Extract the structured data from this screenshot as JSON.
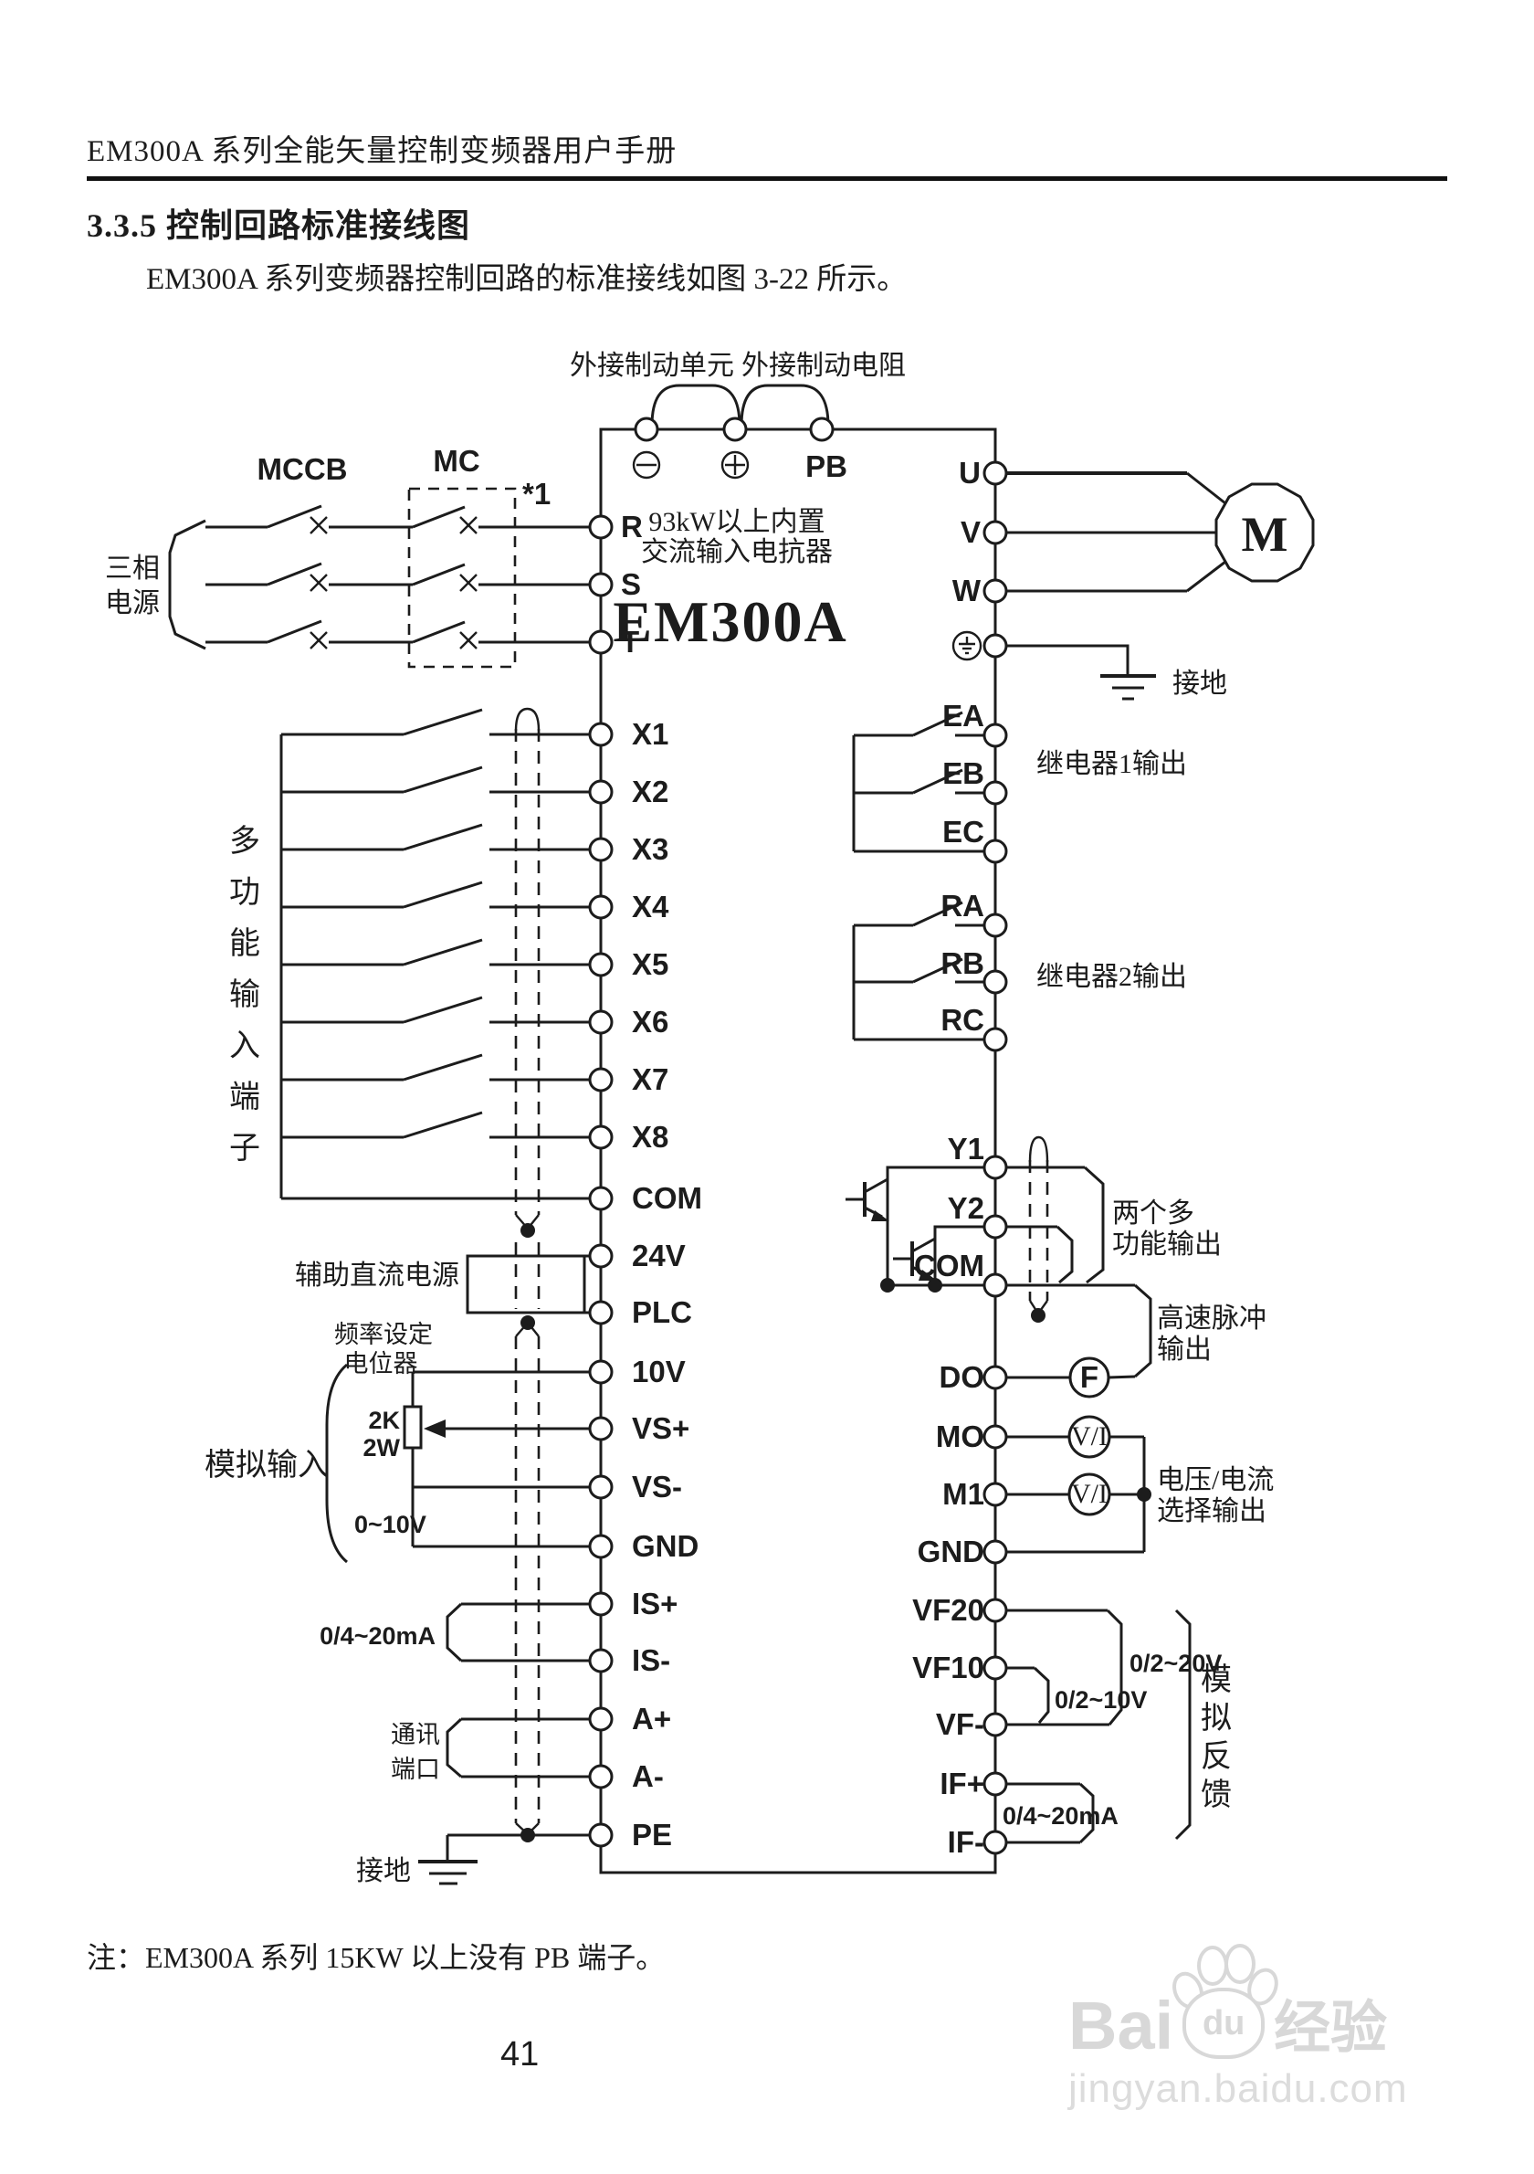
{
  "page": {
    "header_title": "EM300A 系列全能矢量控制变频器用户手册",
    "section_title": "3.3.5 控制回路标准接线图",
    "intro": "EM300A 系列变频器控制回路的标准接线如图 3-22 所示。",
    "note": "注：EM300A 系列 15KW 以上没有 PB 端子。",
    "page_number": "41"
  },
  "watermark": {
    "brand": "Bai",
    "du": "du",
    "brand_cn": "经验",
    "url": "jingyan.baidu.com"
  },
  "diagram": {
    "device_name": "EM300A",
    "reactor_note_line1": "93kW以上内置",
    "reactor_note_line2": "交流输入电抗器",
    "labels": {
      "ext_brake_unit": "外接制动单元",
      "ext_brake_res": "外接制动电阻",
      "pb": "PB",
      "mccb": "MCCB",
      "mc": "MC",
      "star1": "*1",
      "three_phase_1": "三相",
      "three_phase_2": "电源",
      "ground_right": "接地",
      "ground_left": "接地",
      "relay1": "继电器1输出",
      "relay2": "继电器2输出",
      "multi_input_chars": [
        "多",
        "功",
        "能",
        "输",
        "入",
        "端",
        "子"
      ],
      "aux_dc": "辅助直流电源",
      "freq_set_1": "频率设定",
      "freq_set_2": "电位器",
      "analog_input": "模拟输入",
      "pot_value_1": "2K",
      "pot_value_2": "2W",
      "range_0_10v": "0~10V",
      "range_0_4_20ma_left": "0/4~20mA",
      "comm_1": "通讯",
      "comm_2": "端口",
      "multi_out_1": "两个多",
      "multi_out_2": "功能输出",
      "pulse_1": "高速脉冲",
      "pulse_2": "输出",
      "vi_select_1": "电压/电流",
      "vi_select_2": "选择输出",
      "range_0_2_20v": "0/2~20V",
      "range_0_2_10v": "0/2~10V",
      "range_0_4_20ma_right": "0/4~20mA",
      "analog_fb_chars": [
        "模",
        "拟",
        "反",
        "馈"
      ],
      "motor": "M",
      "freq_meter": "F",
      "vi": "V/I"
    },
    "terminals": {
      "left_power": [
        "R",
        "S",
        "T"
      ],
      "left": [
        "X1",
        "X2",
        "X3",
        "X4",
        "X5",
        "X6",
        "X7",
        "X8",
        "COM",
        "24V",
        "PLC",
        "10V",
        "VS+",
        "VS-",
        "GND",
        "IS+",
        "IS-",
        "A+",
        "A-",
        "PE"
      ],
      "right_top": [
        "U",
        "V",
        "W"
      ],
      "right": [
        "EA",
        "EB",
        "EC",
        "RA",
        "RB",
        "RC",
        "Y1",
        "Y2",
        "COM",
        "DO",
        "MO",
        "M1",
        "GND",
        "VF20",
        "VF10",
        "VF-",
        "IF+",
        "IF-"
      ]
    }
  }
}
